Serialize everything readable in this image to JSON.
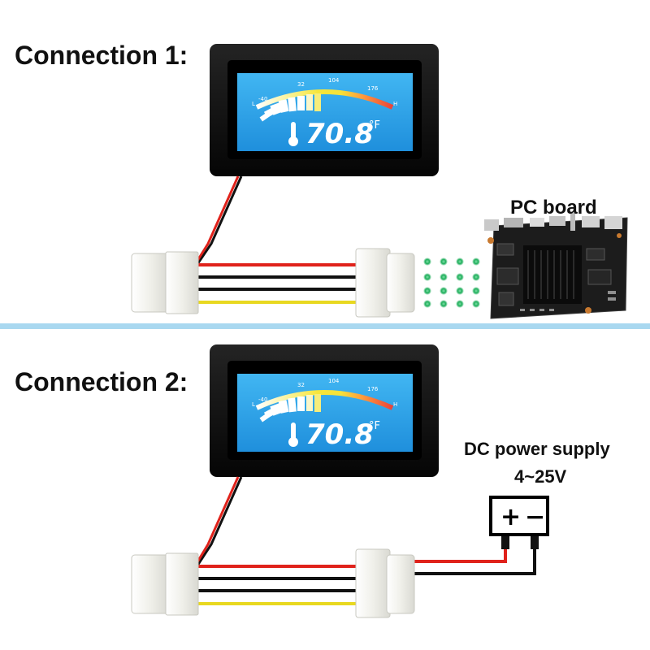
{
  "connection1": {
    "title": "Connection 1:",
    "target_label": "PC board"
  },
  "connection2": {
    "title": "Connection 2:",
    "supply_label": "DC power supply",
    "supply_voltage": "4~25V",
    "terminal_plus": "+",
    "terminal_minus": "−"
  },
  "gauge": {
    "reading": "70.8",
    "unit": "°F",
    "scale_low": "L",
    "scale_high": "H",
    "ticks": [
      "-40",
      "32",
      "104",
      "176"
    ]
  },
  "colors": {
    "divider": "#a9d8f0",
    "lcd_blue": "#2ea3e8",
    "bezel": "#0d0d0d",
    "wire_red": "#e0221b",
    "wire_black": "#111111",
    "wire_yellow": "#e8d820",
    "connector": "#f3f3ef",
    "signal_green": "#1fae5b"
  }
}
